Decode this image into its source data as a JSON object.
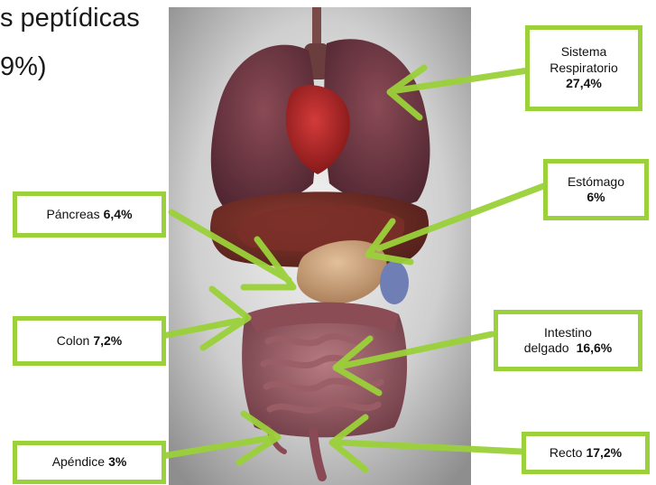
{
  "background_text": {
    "line1": "s peptídicas",
    "line2": "9%)"
  },
  "accent_color": "#9bd13a",
  "labels": {
    "respiratorio": {
      "name": "Sistema",
      "name2": "Respiratorio",
      "value": "27,4%"
    },
    "estomago": {
      "name": "Estómago",
      "value": "6%"
    },
    "pancreas": {
      "name": "Páncreas",
      "value": "6,4%"
    },
    "colon": {
      "name": "Colon",
      "value": "7,2%"
    },
    "intestino": {
      "name": "Intestino",
      "name2": "delgado",
      "value": "16,6%"
    },
    "apendice": {
      "name": "Apéndice",
      "value": "3%"
    },
    "recto": {
      "name": "Recto",
      "value": "17,2%"
    }
  }
}
